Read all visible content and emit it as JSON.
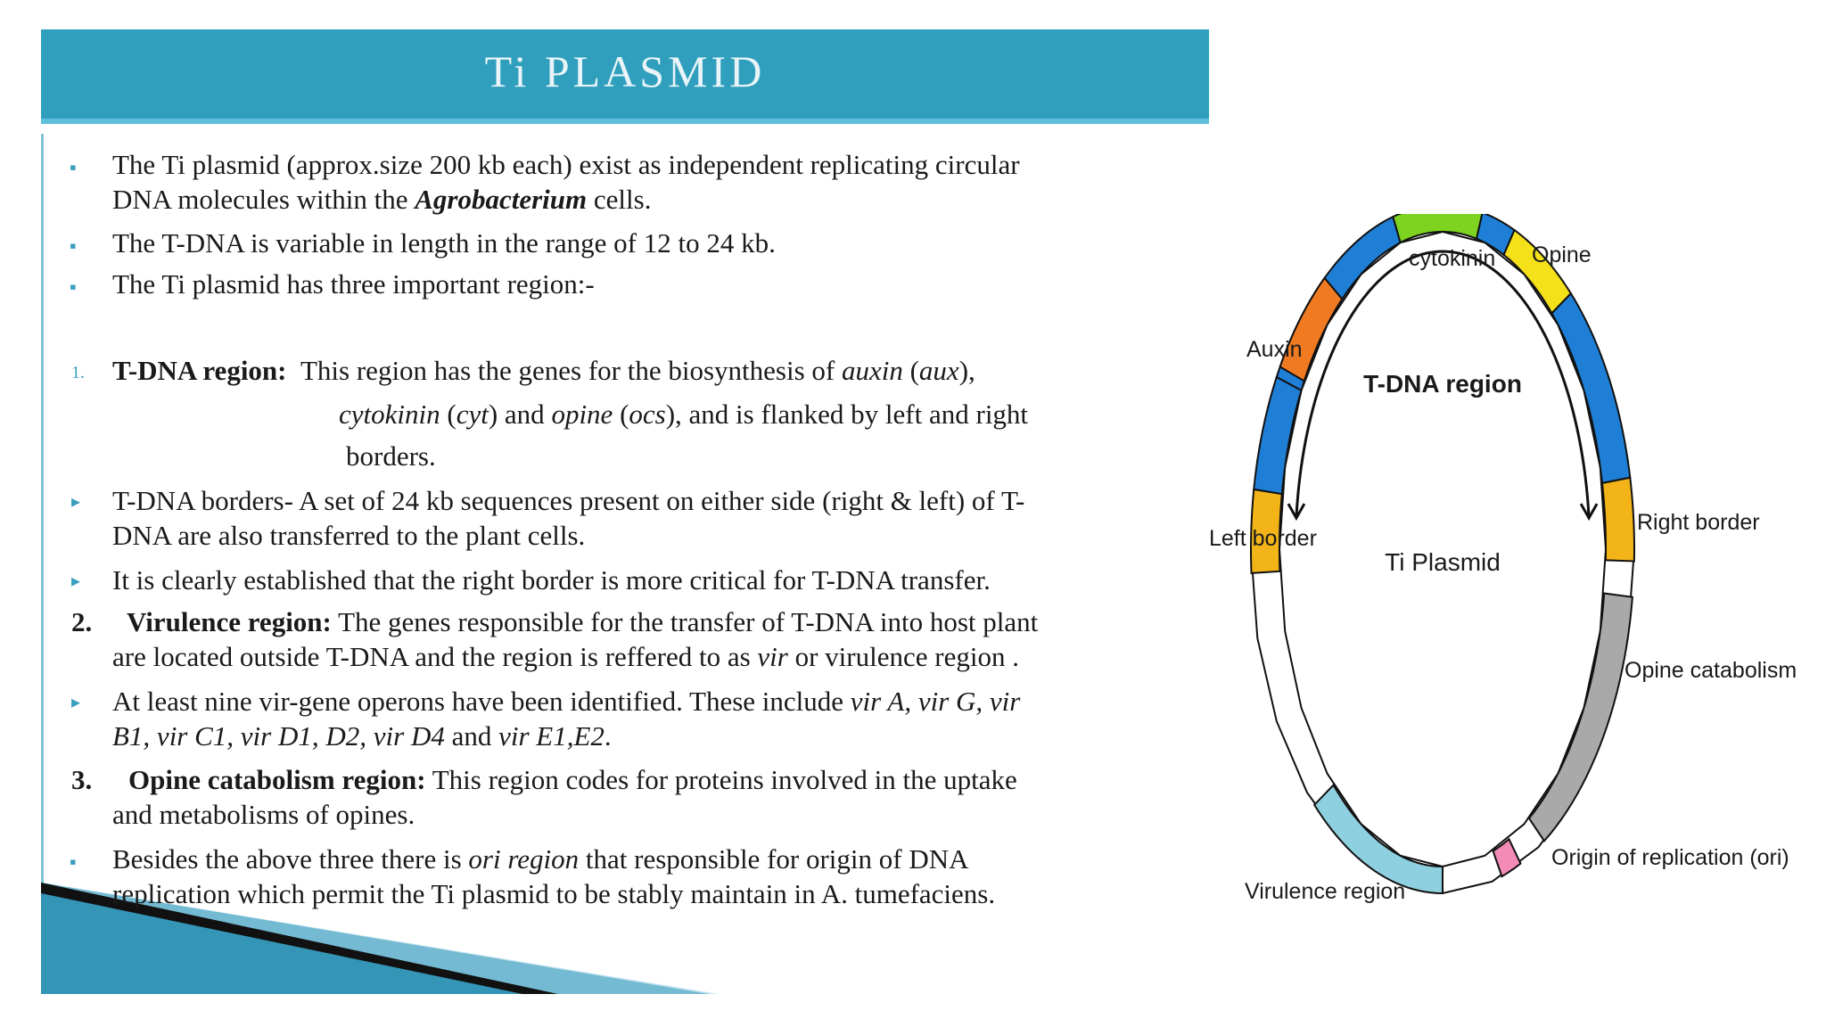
{
  "title": "Ti PLASMID",
  "items": [
    {
      "marker": "▪",
      "a": "The Ti plasmid (approx.size 200 kb each) exist as independent replicating circular",
      "b1": "DNA molecules within the ",
      "b2": "Agrobacterium",
      "b3": " cells."
    },
    {
      "marker": "▪",
      "a": "The T-DNA is variable in length in the range of 12 to 24 kb."
    },
    {
      "marker": "▪",
      "a": "The Ti plasmid has three important region:-"
    },
    {
      "marker": "1.",
      "head": "T-DNA region:",
      "a1": "This region has the genes for the biosynthesis of ",
      "a2": "auxin",
      "a3": " (",
      "a4": "aux",
      "a5": "),",
      "b1": "cytokinin",
      "b2": " (",
      "b3": "cyt",
      "b4": ") and ",
      "b5": "opine",
      "b6": " (",
      "b7": "ocs",
      "b8": "), and is flanked by left and right",
      "c": "borders."
    },
    {
      "marker": "▸",
      "a": "T-DNA borders- A set of 24 kb sequences present on either side (right & left) of T-",
      "b": "DNA are also transferred to the plant cells."
    },
    {
      "marker": "▸",
      "a": "It is clearly established that the right border is more critical for T-DNA transfer."
    },
    {
      "marker": "2.",
      "head": "Virulence region:",
      "a": " The genes responsible for the transfer of T-DNA into host plant",
      "b1": "are located outside T-DNA and the region is reffered to as ",
      "b2": "vir",
      "b3": " or virulence region ."
    },
    {
      "marker": "▸",
      "a1": "At least nine vir-gene operons have been identified. These include ",
      "a2": "vir A, vir G, vir",
      "b1": "B1, vir C1, vir D1, D2, vir D4",
      "b2": " and ",
      "b3": "vir E1,E2",
      "b4": "."
    },
    {
      "marker": "3.",
      "head": "Opine catabolism region:",
      "a": " This region codes for proteins involved in the uptake",
      "b": "and metabolisms of opines."
    },
    {
      "marker": "▪",
      "a1": "Besides the above three there is ",
      "a2": "ori region",
      "a3": " that responsible for origin of DNA",
      "b": "replication which permit the Ti plasmid to be stably maintain in A. tumefaciens."
    }
  ],
  "diagram": {
    "center_label": "Ti Plasmid",
    "inner_label": "T-DNA region",
    "labels": {
      "cytokinin": "cytokinin",
      "opine": "Opine",
      "auxin": "Auxin",
      "left_border": "Left border",
      "right_border": "Right border",
      "opine_catabolism": "Opine catabolism",
      "ori": "Origin of replication (ori)",
      "virulence": "Virulence region"
    },
    "colors": {
      "blue": "#1f7fd6",
      "green": "#7ed321",
      "yellow": "#f5e11a",
      "orange": "#f07a22",
      "gold": "#f2b418",
      "grey": "#a9a9a9",
      "lightblue": "#8ecfe0",
      "pink": "#f28bb6",
      "red": "#d9262e"
    }
  }
}
